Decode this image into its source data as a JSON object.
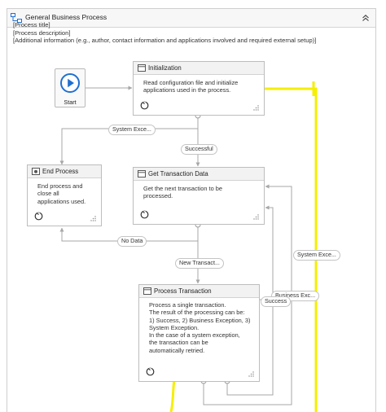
{
  "panel": {
    "title": "General Business Process"
  },
  "annotation": {
    "line1": "[Process title]",
    "line2": "[Process description]",
    "line3": "[Additional information (e.g., author, contact information and applications involved and required external setup)]"
  },
  "start": {
    "label": "Start"
  },
  "states": {
    "initialization": {
      "title": "Initialization",
      "desc": [
        "Read configuration file and initialize",
        "applications used in the process."
      ]
    },
    "end_process": {
      "title": "End Process",
      "desc": [
        "End process and",
        "close all",
        "applications used."
      ]
    },
    "get_transaction": {
      "title": "Get Transaction Data",
      "desc": [
        "Get the next transaction to be",
        "processed."
      ]
    },
    "process_transaction": {
      "title": "Process Transaction",
      "desc": [
        "Process a single transaction.",
        "The result of the processing can be:",
        "1) Success, 2) Business Exception, 3)",
        "System Exception.",
        "In the case of a system exception,",
        "the transaction can be",
        "automatically retried."
      ]
    }
  },
  "transitions": {
    "system_exception_1": "System Exce...",
    "successful": "Successful",
    "no_data": "No Data",
    "new_transaction": "New Transact...",
    "system_exception_2": "System Exce...",
    "business_exception": "Business Exc...",
    "success": "Success"
  },
  "colors": {
    "accent_blue": "#1f6fd1",
    "highlight_yellow": "#f5ef00",
    "line_gray": "#a7a7a7"
  }
}
